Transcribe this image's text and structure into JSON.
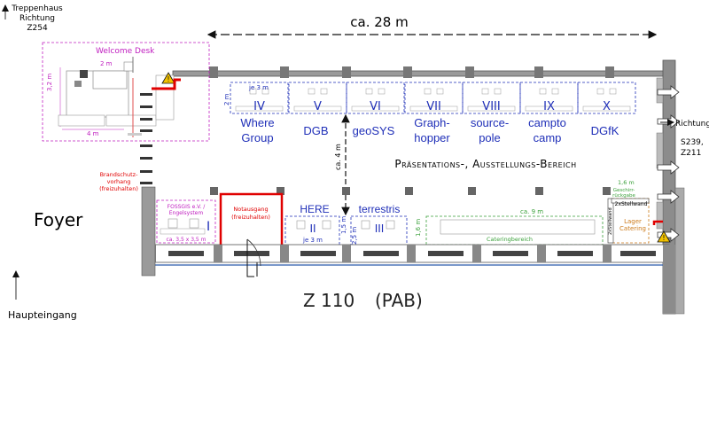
{
  "corner_label": [
    "Treppenhaus",
    "Richtung",
    "Z254"
  ],
  "width_label": "ca. 28 m",
  "welcome": {
    "title": "Welcome Desk",
    "dim_top": "2 m",
    "dim_left": "3,2 m",
    "dim_bottom": "4 m"
  },
  "booth_dims": {
    "width": "je 3 m",
    "depth": "2 m"
  },
  "booths_top": [
    {
      "num": "IV",
      "name": [
        "Where",
        "Group"
      ]
    },
    {
      "num": "V",
      "name": [
        "DGB"
      ]
    },
    {
      "num": "VI",
      "name": [
        "geoSYS"
      ]
    },
    {
      "num": "VII",
      "name": [
        "Graph-",
        "hopper"
      ]
    },
    {
      "num": "VIII",
      "name": [
        "source-",
        "pole"
      ]
    },
    {
      "num": "IX",
      "name": [
        "campto",
        "camp"
      ]
    },
    {
      "num": "X",
      "name": [
        "DGfK"
      ]
    }
  ],
  "right_labels": {
    "richtung": "Richtung",
    "rooms": [
      "S239,",
      "Z211"
    ]
  },
  "aisle_label": "ca. 4 m",
  "exhibition_label": "Präsentations-, Ausstellungs-Bereich",
  "fossgis": {
    "text": [
      "FOSSGIS e.V. /",
      "Engelsystem"
    ],
    "num": "I",
    "dim": "ca. 3,5 x 3,5 m"
  },
  "notausgang": [
    "Notausgang",
    "(freizuhalten)"
  ],
  "brandschutz": [
    "Brandschutz-",
    "vorhang",
    "(freizuhalten)"
  ],
  "booths_bottom": [
    {
      "num": "II",
      "name": "HERE",
      "dim": "je 3 m"
    },
    {
      "num": "III",
      "name": "terrestris"
    }
  ],
  "bottom_dims": {
    "left": "1,5 m",
    "mid": "2,5 m"
  },
  "catering": {
    "width": "ca. 9 m",
    "label": "Cateringbereich",
    "depth": "1,6 m"
  },
  "lager": {
    "dim": "1,6 m",
    "return_label": [
      "Geschirr-",
      "rückgabe"
    ],
    "stellwand": "2xStellwand",
    "stellwand_side": "2xStellwand",
    "name": [
      "Lager",
      "Catering"
    ]
  },
  "foyer": "Foyer",
  "haupteingang": "Haupteingang",
  "room": "Z 110",
  "room_code": "(PAB)",
  "colors": {
    "wall": "#7a7a7a",
    "blue": "#1f2fb8",
    "magenta": "#c020c0",
    "red": "#e00000",
    "green": "#3aa03a",
    "orange": "#cc7a1a"
  }
}
